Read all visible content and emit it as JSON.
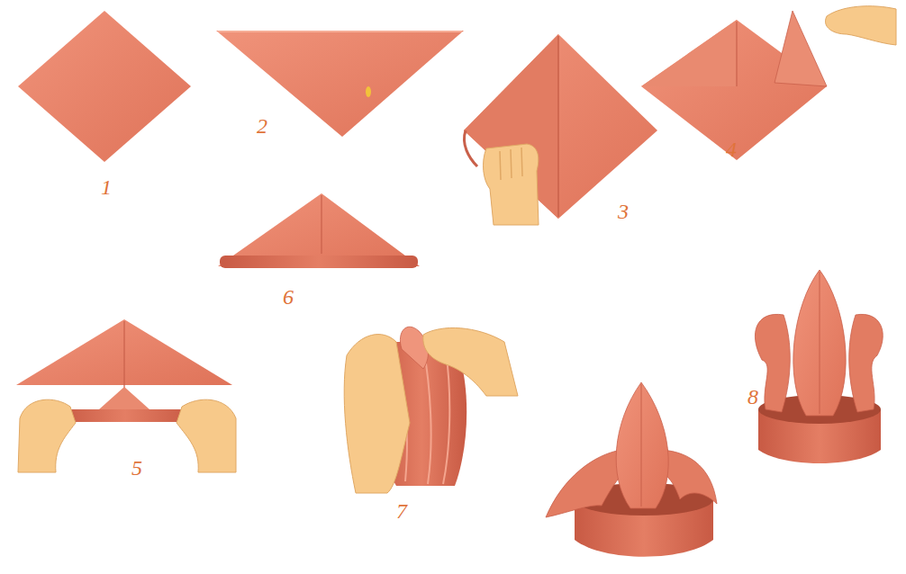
{
  "diagram": {
    "labels": [
      "1",
      "2",
      "3",
      "4",
      "6",
      "5",
      "7",
      "8"
    ]
  }
}
